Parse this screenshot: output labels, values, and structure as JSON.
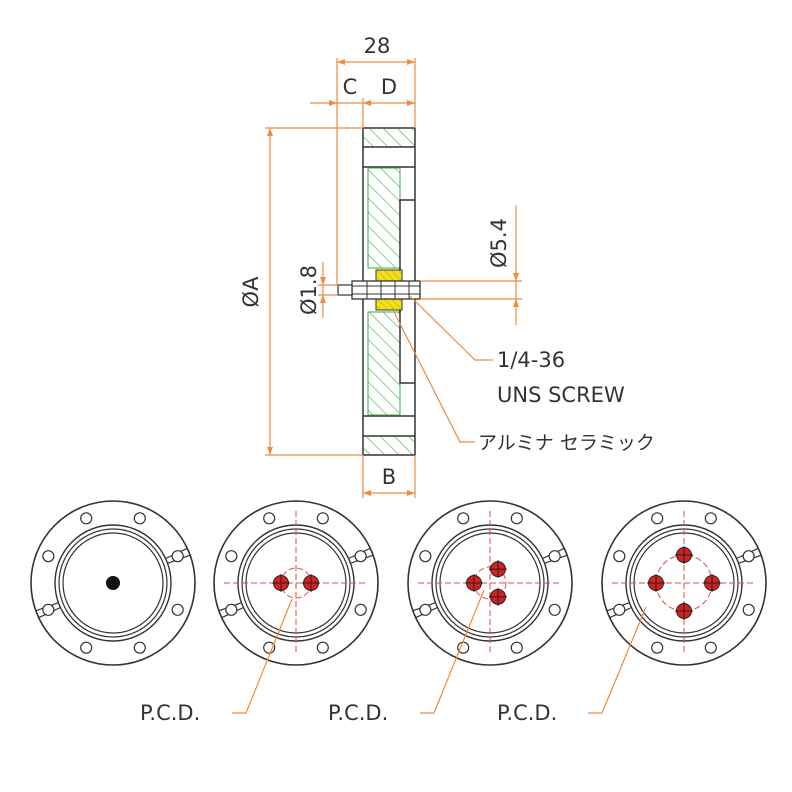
{
  "dimensions": {
    "width": "28",
    "c": "C",
    "d": "D",
    "b": "B",
    "dia_a": "ØA",
    "dia_1_8": "Ø1.8",
    "dia_5_4": "Ø5.4"
  },
  "callouts": {
    "screw_line1": "1/4-36",
    "screw_line2": "UNS SCREW",
    "ceramic": "アルミナ セラミック"
  },
  "pcd": [
    "P.C.D.",
    "P.C.D.",
    "P.C.D."
  ],
  "flanges": [
    {
      "pins": 1
    },
    {
      "pins": 2
    },
    {
      "pins": 3
    },
    {
      "pins": 4
    }
  ],
  "colors": {
    "outline": "#333333",
    "dimension": "#f08a3c",
    "hatch": "#3fae3f",
    "ceramic": "#f2e01c",
    "pin": "#d42020"
  }
}
